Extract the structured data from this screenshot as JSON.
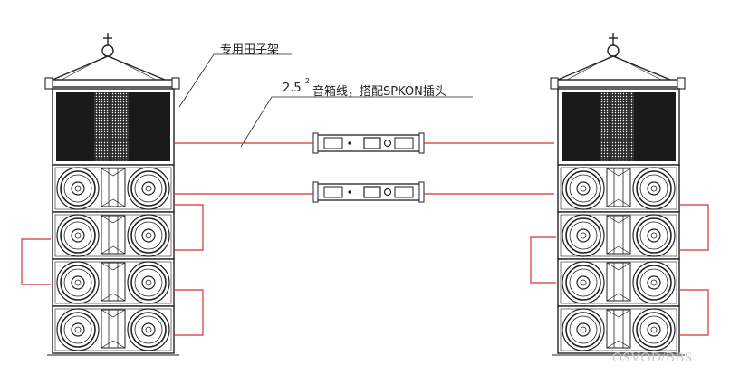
{
  "labels": {
    "rig_frame": "专用田子架",
    "cable_size": "2.5",
    "cable_sup": "2",
    "cable_desc": "音箱线，搭配SPKON插头"
  },
  "watermark": "OSVOD/BBS",
  "colors": {
    "line": "#222222",
    "cable": "#d23232",
    "grille": "#1a1a1a",
    "watermark": "#c9c9c9"
  },
  "arrays": [
    {
      "side": "left",
      "top_unit": "subwoofer",
      "mid_high_units": 4
    },
    {
      "side": "right",
      "top_unit": "subwoofer",
      "mid_high_units": 4
    }
  ],
  "amplifiers": [
    {
      "id": "amp-1",
      "icon": "power-amplifier-icon"
    },
    {
      "id": "amp-2",
      "icon": "power-amplifier-icon"
    }
  ]
}
